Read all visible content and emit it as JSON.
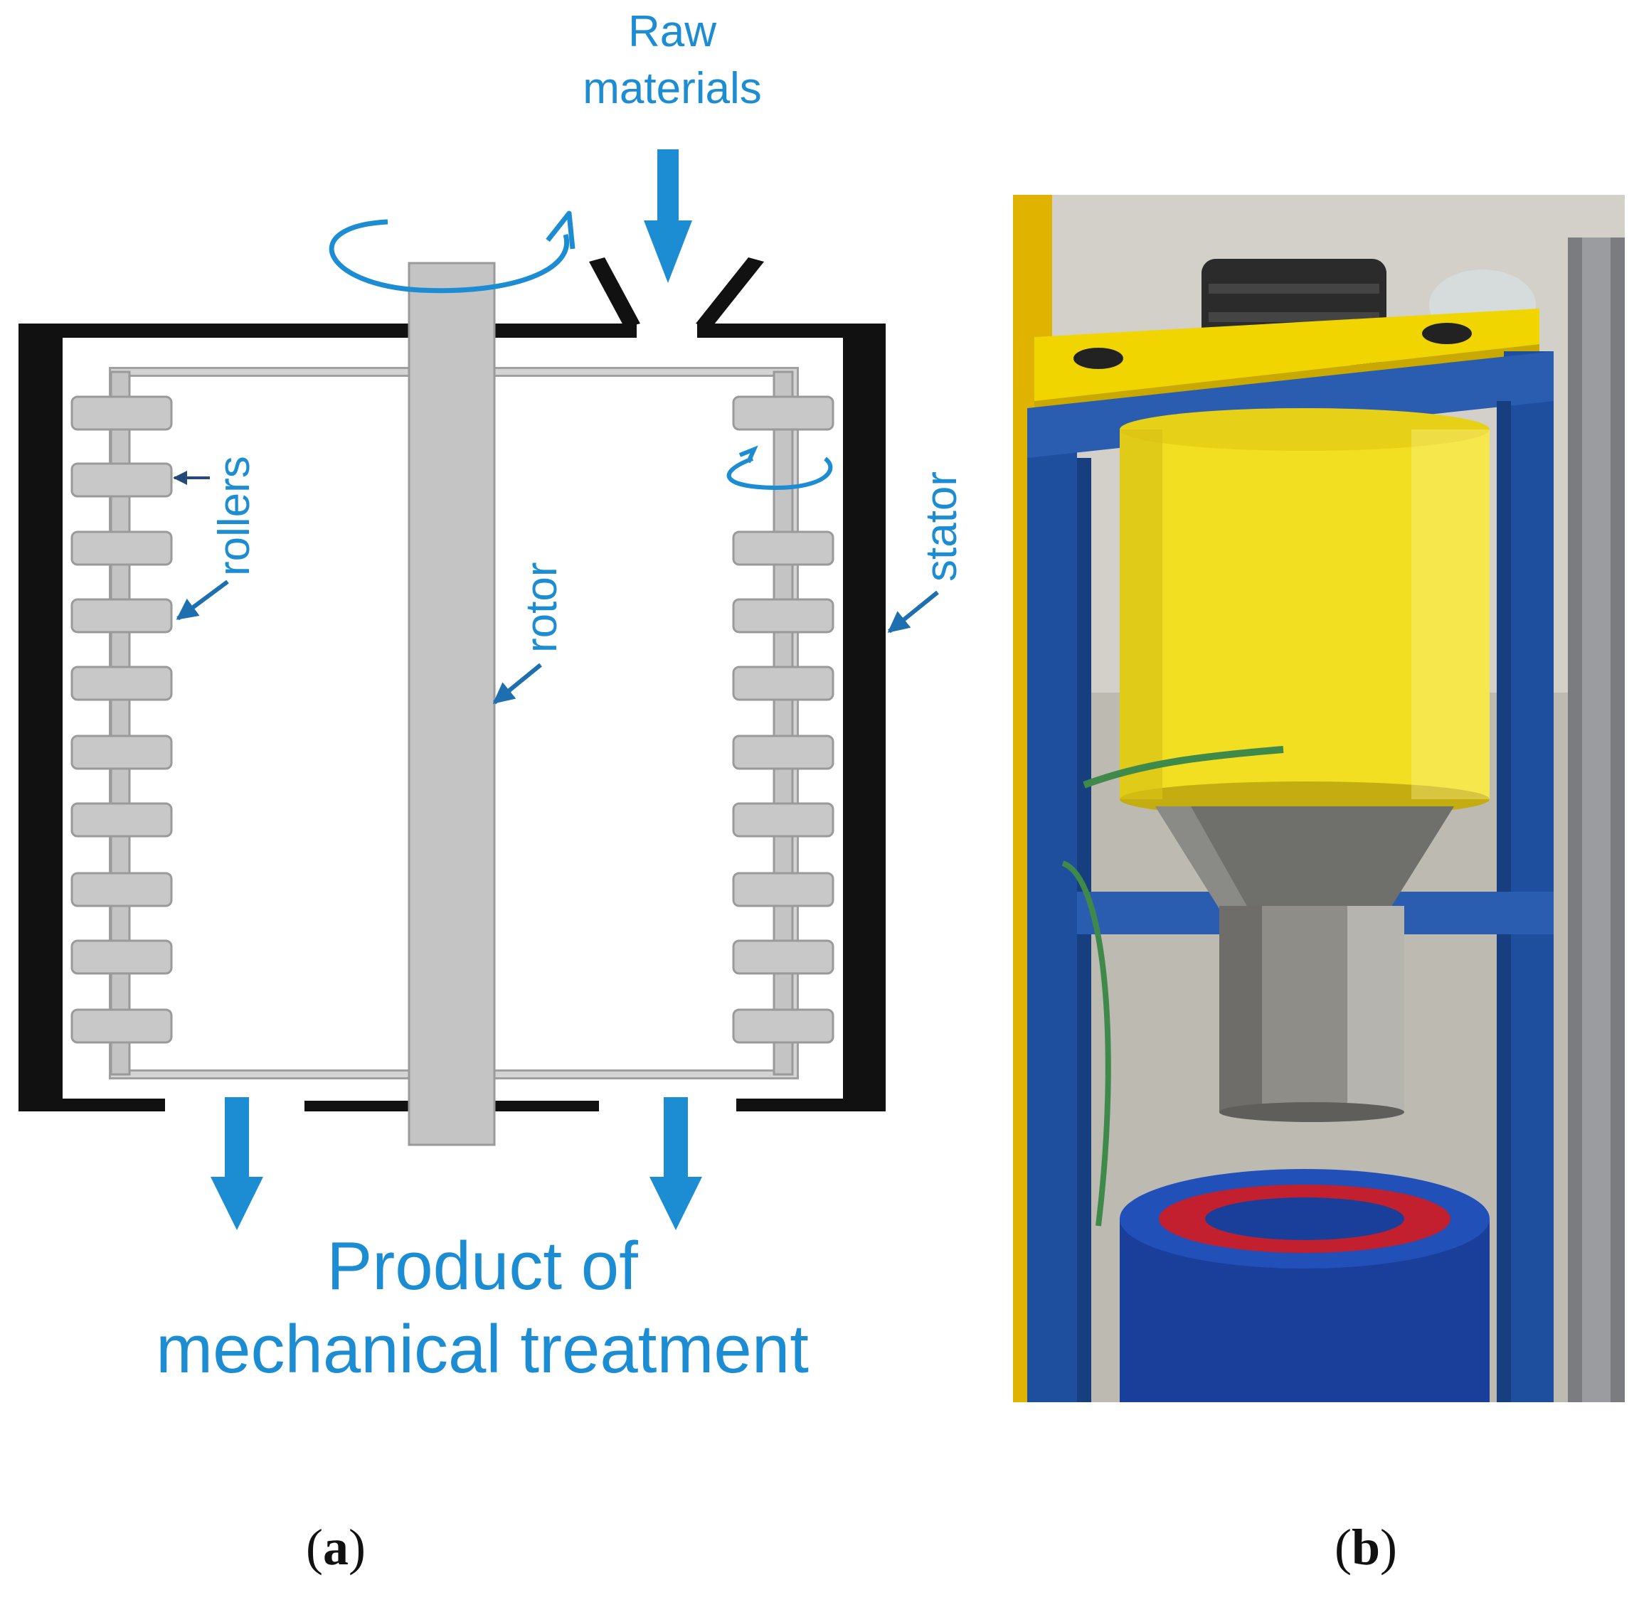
{
  "diagram": {
    "input_label_line1": "Raw",
    "input_label_line2": "materials",
    "output_label_line1": "Product of",
    "output_label_line2": "mechanical treatment",
    "rollers_label": "rollers",
    "rotor_label": "rotor",
    "stator_label": "stator",
    "accent_color": "#1d8dd3",
    "roller_fill": "#c8c8c8",
    "stator_color": "#111111"
  },
  "captions": {
    "left": "a",
    "right": "b"
  },
  "photo": {
    "description_icon": "photo-of-mill-apparatus"
  }
}
